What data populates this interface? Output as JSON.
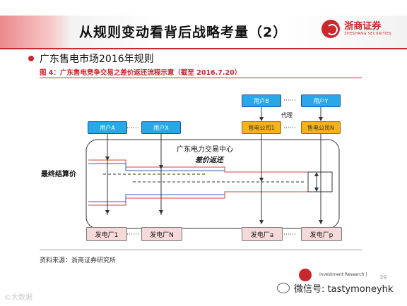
{
  "slide": {
    "title": "从规则变动看背后战略考量（2）",
    "bullet": "广东售电市场2016年规则",
    "figure_caption": "图 4：广东售电竞争交易之差价返还流程示意（截至 2016.7.20）",
    "source": "资料来源：浙商证券研究所",
    "page_number": "39"
  },
  "logo": {
    "cn": "浙商证券",
    "en": "ZHESHANG SECURITIES"
  },
  "footer": {
    "research": "Investment Research  |"
  },
  "diagram": {
    "users_left": [
      "用户A",
      "用户X"
    ],
    "users_right": [
      "用户B",
      "用户Y"
    ],
    "sellers": [
      "售电公司1",
      "售电公司N"
    ],
    "generators_left": [
      "发电厂1",
      "发电厂N"
    ],
    "generators_right": [
      "发电厂a",
      "发电厂p"
    ],
    "dots": "……",
    "agent_label": "代理",
    "center_title": "广东电力交易中心",
    "center_subtitle": "差价返还",
    "side_label": "最终结算价"
  },
  "overlay": {
    "wechat_text": "微信号: tastymoneyhk",
    "watermark": "©大数据"
  },
  "colors": {
    "brand_red": "#c9282d",
    "user_blue": "#28a8e8",
    "seller_orange": "#f5b21b",
    "generator_pink": "#f6dada"
  }
}
